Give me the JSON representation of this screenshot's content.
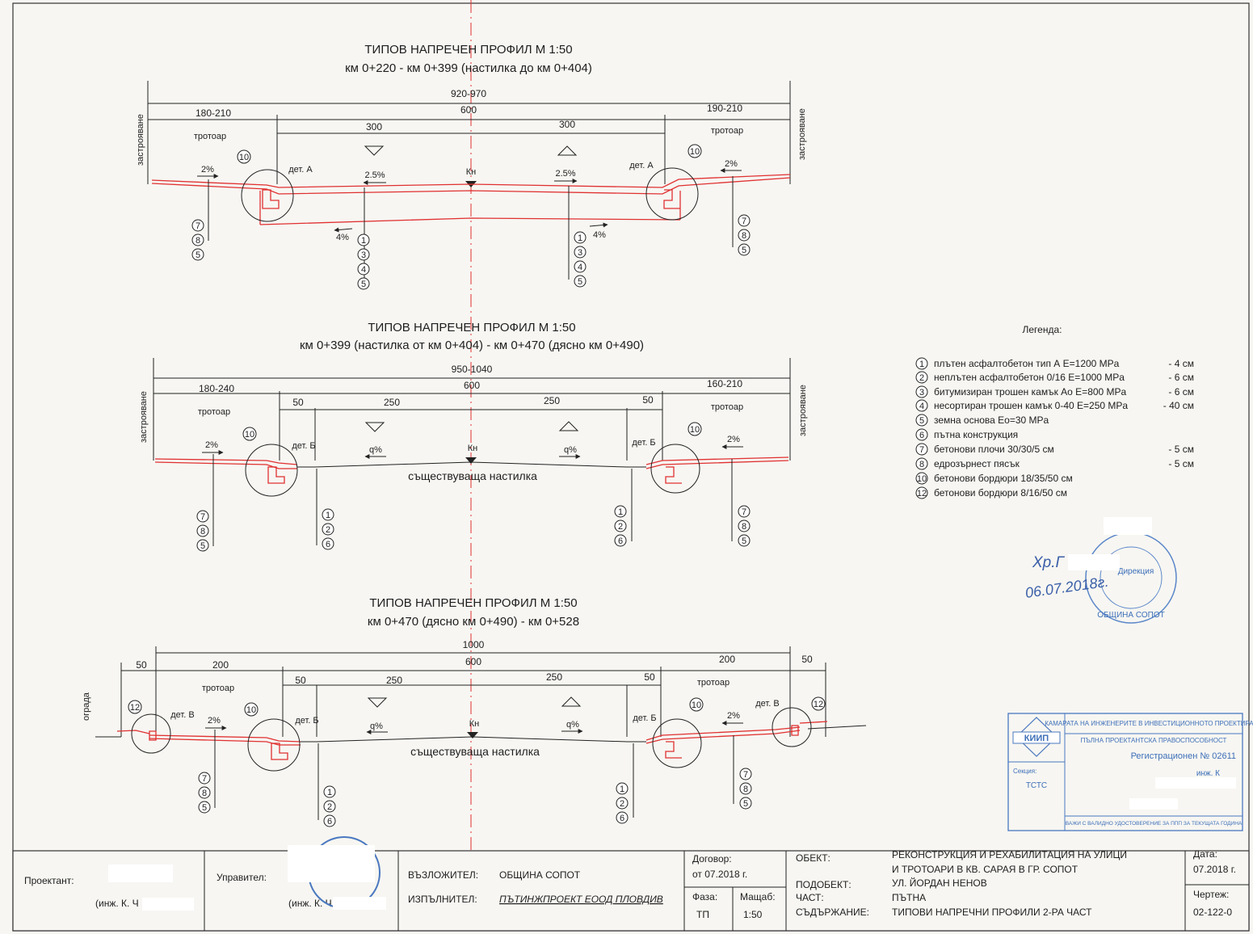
{
  "profiles": [
    {
      "title": "ТИПОВ НАПРЕЧЕН ПРОФИЛ М 1:50",
      "subtitle": "км 0+220 - км 0+399 (настилка до км 0+404)",
      "total": "920-970",
      "carriageway": "600",
      "left_walk": "180-210",
      "right_walk": "190-210",
      "left_lane": "300",
      "right_lane": "300",
      "left_edge_label": "застрояване",
      "right_edge_label": "застрояване",
      "sidewalk_left": "тротоар",
      "sidewalk_right": "тротоар",
      "det_left": "дет. А",
      "det_right": "дет. А",
      "slope_walk_left": "2%",
      "slope_walk_right": "2%",
      "slope_road_left": "2.5%",
      "slope_road_right": "2.5%",
      "slope_base_left": "4%",
      "slope_base_right": "4%",
      "axis": "Кн",
      "border_no": "10"
    },
    {
      "title": "ТИПОВ НАПРЕЧЕН ПРОФИЛ М 1:50",
      "subtitle": "км 0+399 (настилка от км 0+404) - км 0+470 (дясно км 0+490)",
      "total": "950-1040",
      "carriageway": "600",
      "left_walk": "180-240",
      "right_walk": "160-210",
      "left_gap": "50",
      "right_gap": "50",
      "left_lane": "250",
      "right_lane": "250",
      "left_edge_label": "застрояване",
      "right_edge_label": "застрояване",
      "sidewalk_left": "тротоар",
      "sidewalk_right": "тротоар",
      "det_left": "дет. Б",
      "det_right": "дет. Б",
      "slope_walk_left": "2%",
      "slope_walk_right": "2%",
      "slope_road_left": "q%",
      "slope_road_right": "q%",
      "axis": "Кн",
      "existing": "съществуваща настилка",
      "border_no": "10"
    },
    {
      "title": "ТИПОВ НАПРЕЧЕН ПРОФИЛ М 1:50",
      "subtitle": "км 0+470 (дясно км 0+490) - км 0+528",
      "total": "1000",
      "carriageway": "600",
      "left_fence": "50",
      "left_walk": "200",
      "right_walk": "200",
      "right_fence": "50",
      "left_gap": "50",
      "right_gap": "50",
      "left_lane": "250",
      "right_lane": "250",
      "left_edge_label": "ограда",
      "sidewalk_left": "тротоар",
      "sidewalk_right": "тротоар",
      "det_b_left": "дет. Б",
      "det_b_right": "дет. Б",
      "det_v_left": "дет. В",
      "det_v_right": "дет. В",
      "slope_walk_left": "2%",
      "slope_walk_right": "2%",
      "slope_road_left": "q%",
      "slope_road_right": "q%",
      "axis": "Кн",
      "existing": "съществуваща настилка",
      "border_no": "10",
      "border_small_no": "12"
    }
  ],
  "callouts": {
    "p1_left_walk": [
      "7",
      "8",
      "5"
    ],
    "p1_left_road": [
      "1",
      "3",
      "4",
      "5"
    ],
    "p1_right_road": [
      "1",
      "3",
      "4",
      "5"
    ],
    "p1_right_walk": [
      "7",
      "8",
      "5"
    ],
    "p2_left_walk": [
      "7",
      "8",
      "5"
    ],
    "p2_left_road": [
      "1",
      "2",
      "6"
    ],
    "p2_right_road": [
      "1",
      "2",
      "6"
    ],
    "p2_right_walk": [
      "7",
      "8",
      "5"
    ],
    "p3_left_walk": [
      "7",
      "8",
      "5"
    ],
    "p3_left_road": [
      "1",
      "2",
      "6"
    ],
    "p3_right_road": [
      "1",
      "2",
      "6"
    ],
    "p3_right_walk": [
      "7",
      "8",
      "5"
    ]
  },
  "legend": {
    "title": "Легенда:",
    "items": [
      {
        "no": "1",
        "text": "плътен асфалтобетон тип А Е=1200 MPa",
        "thk": "- 4 см"
      },
      {
        "no": "2",
        "text": "неплътен асфалтобетон 0/16 Е=1000 MPa",
        "thk": "- 6 см"
      },
      {
        "no": "3",
        "text": "битумизиран трошен камък Ао Е=800 MPa",
        "thk": "- 6 см"
      },
      {
        "no": "4",
        "text": "несортиран трошен камък 0-40 Е=250 MPa",
        "thk": "- 40 см"
      },
      {
        "no": "5",
        "text": "земна основа Ео=30 MPa",
        "thk": ""
      },
      {
        "no": "6",
        "text": "пътна конструкция",
        "thk": ""
      },
      {
        "no": "7",
        "text": "бетонови плочи 30/30/5 см",
        "thk": "- 5 см"
      },
      {
        "no": "8",
        "text": "едрозърнест пясък",
        "thk": "- 5 см"
      },
      {
        "no": "10",
        "text": "бетонови бордюри 18/35/50 см",
        "thk": ""
      },
      {
        "no": "12",
        "text": "бетонови бордюри 8/16/50 см",
        "thk": ""
      }
    ]
  },
  "approval": {
    "signature": "Хр.Г",
    "date": "06.07.2018г.",
    "stamp_text": "Дирекция",
    "stamp_ring": "ОБЩИНА СОПОТ"
  },
  "kiip": {
    "logo": "КИИП",
    "header1": "КАМАРАТА НА ИНЖЕНЕРИТЕ В ИНВЕСТИЦИОННОТО ПРОЕКТИРАНЕ",
    "header2": "ПЪЛНА ПРОЕКТАНТСКА ПРАВОСПОСОБНОСТ",
    "reg": "Регистрационен № 02611",
    "section_label": "Секция:",
    "section": "ТСТС",
    "name": "инж. К",
    "footer": "ВАЖИ С ВАЛИДНО УДОСТОВЕРЕНИЕ ЗА ППП ЗА ТЕКУЩАТА ГОДИНА"
  },
  "titleblock": {
    "designer_label": "Проектант:",
    "designer_name": "(инж. К. Ч",
    "manager_label": "Управител:",
    "manager_name": "(инж. К. Ч",
    "client_label": "ВЪЗЛОЖИТЕЛ:",
    "client": "ОБЩИНА СОПОТ",
    "contractor_label": "ИЗПЪЛНИТЕЛ:",
    "contractor": "ПЪТИНЖПРОЕКТ ЕООД ПЛОВДИВ",
    "contract_label": "Договор:",
    "contract": "от 07.2018 г.",
    "phase_label": "Фаза:",
    "phase": "ТП",
    "scale_label": "Мащаб:",
    "scale": "1:50",
    "object_label": "ОБЕКТ:",
    "object_line1": "РЕКОНСТРУКЦИЯ И РЕХАБИЛИТАЦИЯ НА УЛИЦИ",
    "object_line2": "И ТРОТОАРИ В КВ. САРАЯ В ГР. СОПОТ",
    "subobject_label": "ПОДОБЕКТ:",
    "subobject": "УЛ. ЙОРДАН НЕНОВ",
    "part_label": "ЧАСТ:",
    "part": "ПЪТНА",
    "content_label": "СЪДЪРЖАНИЕ:",
    "content": "ТИПОВИ НАПРЕЧНИ ПРОФИЛИ 2-РА ЧАСТ",
    "date_label": "Дата:",
    "date": "07.2018 г.",
    "drawing_label": "Чертеж:",
    "drawing": "02-122-0"
  },
  "colors": {
    "red_layer": "#e03030",
    "stamp_blue": "#3d6fb8",
    "ink": "#222222"
  }
}
